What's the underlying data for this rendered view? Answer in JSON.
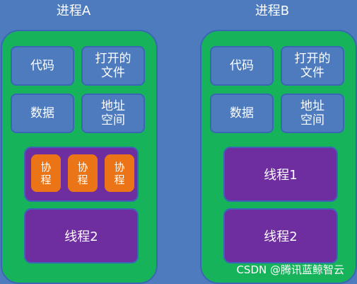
{
  "process_a": {
    "title": "进程A",
    "resources": {
      "code": "代码",
      "open_files": "打开的\n文件",
      "data": "数据",
      "address_space": "地址\n空间"
    },
    "coroutines": [
      "协\n程",
      "协\n程",
      "协\n程"
    ],
    "thread": "线程2"
  },
  "process_b": {
    "title": "进程B",
    "resources": {
      "code": "代码",
      "open_files": "打开的\n文件",
      "data": "数据",
      "address_space": "地址\n空间"
    },
    "threads": [
      "线程1",
      "线程2"
    ]
  },
  "watermark": "CSDN @腾讯蓝鲸智云",
  "colors": {
    "background": "#4d7bbd",
    "process": "#16b35a",
    "thread": "#6f2ea0",
    "coroutine": "#ea7416"
  }
}
